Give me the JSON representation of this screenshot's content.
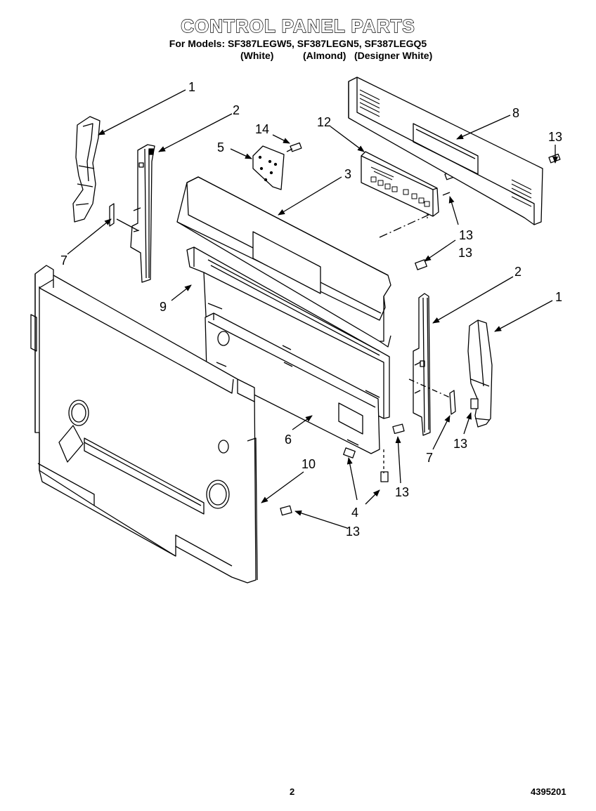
{
  "header": {
    "title": "CONTROL PANEL PARTS",
    "models_line": "For Models: SF387LEGW5, SF387LEGN5, SF387LEGQ5",
    "variant_white": "(White)",
    "variant_almond": "(Almond)",
    "variant_designer": "(Designer White)"
  },
  "callouts": [
    {
      "id": "c1a",
      "label": "1"
    },
    {
      "id": "c2a",
      "label": "2"
    },
    {
      "id": "c14",
      "label": "14"
    },
    {
      "id": "c12",
      "label": "12"
    },
    {
      "id": "c8",
      "label": "8"
    },
    {
      "id": "c13a",
      "label": "13"
    },
    {
      "id": "c5",
      "label": "5"
    },
    {
      "id": "c3",
      "label": "3"
    },
    {
      "id": "c13b",
      "label": "13"
    },
    {
      "id": "c7a",
      "label": "7"
    },
    {
      "id": "c13c",
      "label": "13"
    },
    {
      "id": "c9",
      "label": "9"
    },
    {
      "id": "c2b",
      "label": "2"
    },
    {
      "id": "c1b",
      "label": "1"
    },
    {
      "id": "c6",
      "label": "6"
    },
    {
      "id": "c7b",
      "label": "7"
    },
    {
      "id": "c13d",
      "label": "13"
    },
    {
      "id": "c10",
      "label": "10"
    },
    {
      "id": "c13e",
      "label": "13"
    },
    {
      "id": "c4",
      "label": "4"
    },
    {
      "id": "c13f",
      "label": "13"
    }
  ],
  "footer": {
    "page_number": "2",
    "doc_code": "4395201"
  }
}
